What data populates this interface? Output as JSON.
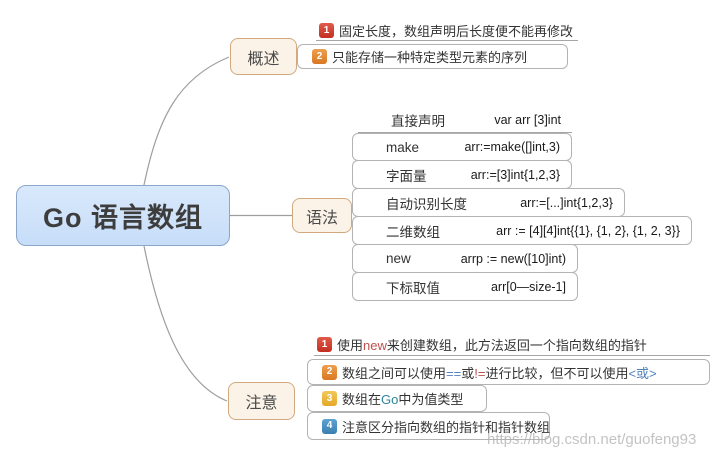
{
  "root": {
    "label": "Go 语言数组"
  },
  "branches": [
    {
      "label": "概述",
      "items": [
        {
          "badge": "1",
          "segments": [
            {
              "text": "固定长度，数组声明后长度便不能再修改"
            }
          ]
        },
        {
          "badge": "2",
          "segments": [
            {
              "text": "只能存储一种特定类型元素的序列"
            }
          ]
        }
      ]
    },
    {
      "label": "语法",
      "rows": [
        {
          "name": "直接声明",
          "code": "var arr [3]int"
        },
        {
          "name": "make",
          "code": "arr:=make([]int,3)"
        },
        {
          "name": "字面量",
          "code": "arr:=[3]int{1,2,3}"
        },
        {
          "name": "自动识别长度",
          "code": "arr:=[...]int{1,2,3}"
        },
        {
          "name": "二维数组",
          "code": "arr := [4][4]int{{1}, {1, 2}, {1, 2, 3}}"
        },
        {
          "name": "new",
          "code": "arrp := new([10]int)"
        },
        {
          "name": "下标取值",
          "code": "arr[0—size-1]"
        }
      ]
    },
    {
      "label": "注意",
      "items": [
        {
          "badge": "1",
          "segments": [
            {
              "text": "使用"
            },
            {
              "text": "new"
            },
            {
              "text": "来创建数组，此方法返回一个指向数组的指针"
            }
          ]
        },
        {
          "badge": "2",
          "segments": [
            {
              "text": "数组之间可以使用"
            },
            {
              "text": "=="
            },
            {
              "text": "或"
            },
            {
              "text": "!="
            },
            {
              "text": "进行比较，但不可以使用"
            },
            {
              "text": "<或>"
            }
          ]
        },
        {
          "badge": "3",
          "segments": [
            {
              "text": "数组在"
            },
            {
              "text": "Go"
            },
            {
              "text": "中为值类型"
            }
          ]
        },
        {
          "badge": "4",
          "segments": [
            {
              "text": "注意区分指向数组的指针和指针数组"
            }
          ]
        }
      ]
    }
  ],
  "watermark": {
    "text": "https://blog.csdn.net/guofeng93"
  },
  "colors": {
    "root_fill": "#cfe2fa",
    "root_border": "#8aa7c9",
    "branch_fill": "#fbf3e8",
    "branch_border": "#d2a97e",
    "badge_1_red": "#c22f22",
    "badge_2_orange": "#d97722",
    "badge_3_yellow": "#e5a928",
    "badge_4_blue": "#3a7fb0",
    "connector_line": "#9e9e9e",
    "box_border": "#b3b3b3",
    "code_red": "#c0504d",
    "code_blue": "#4f81bd",
    "code_teal": "#31859c"
  }
}
